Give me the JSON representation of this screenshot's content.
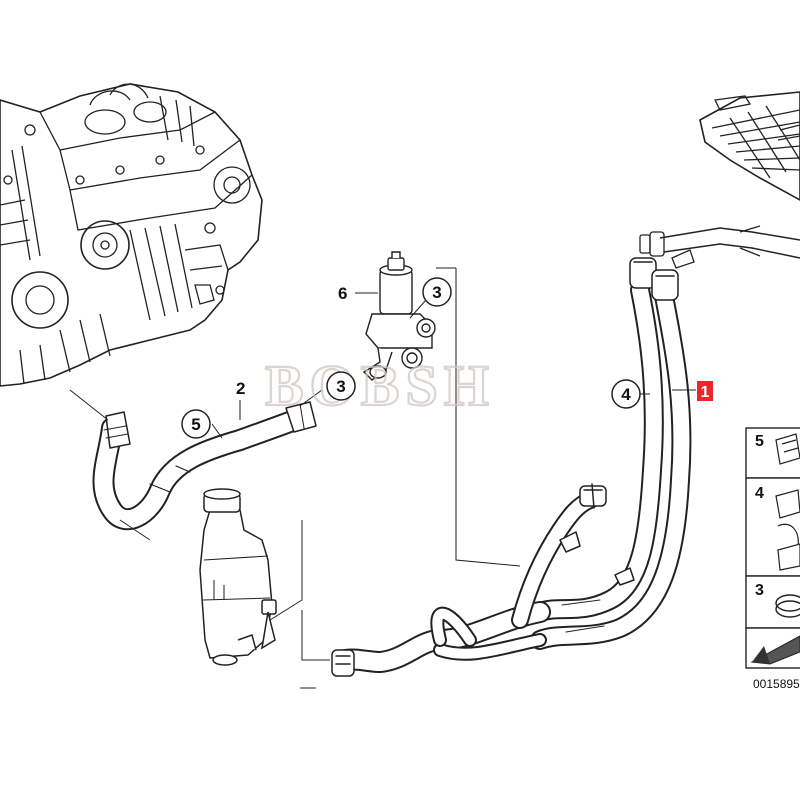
{
  "watermark": "BOBSH",
  "diagram_code": "0015895",
  "highlight_color": "#e8262c",
  "callouts": {
    "label_1": "1",
    "label_2": "2",
    "label_3a": "3",
    "label_3b": "3",
    "label_4": "4",
    "label_5": "5",
    "label_6": "6"
  },
  "side_panel": {
    "label_5": "5",
    "label_4": "4",
    "label_3": "3"
  },
  "components": [
    "engine-block",
    "radiator-corner",
    "auxiliary-water-pump",
    "heater-hose-upper",
    "expansion-tank",
    "heater-hose-assembly",
    "hose-clamp",
    "direction-arrow-icon"
  ]
}
